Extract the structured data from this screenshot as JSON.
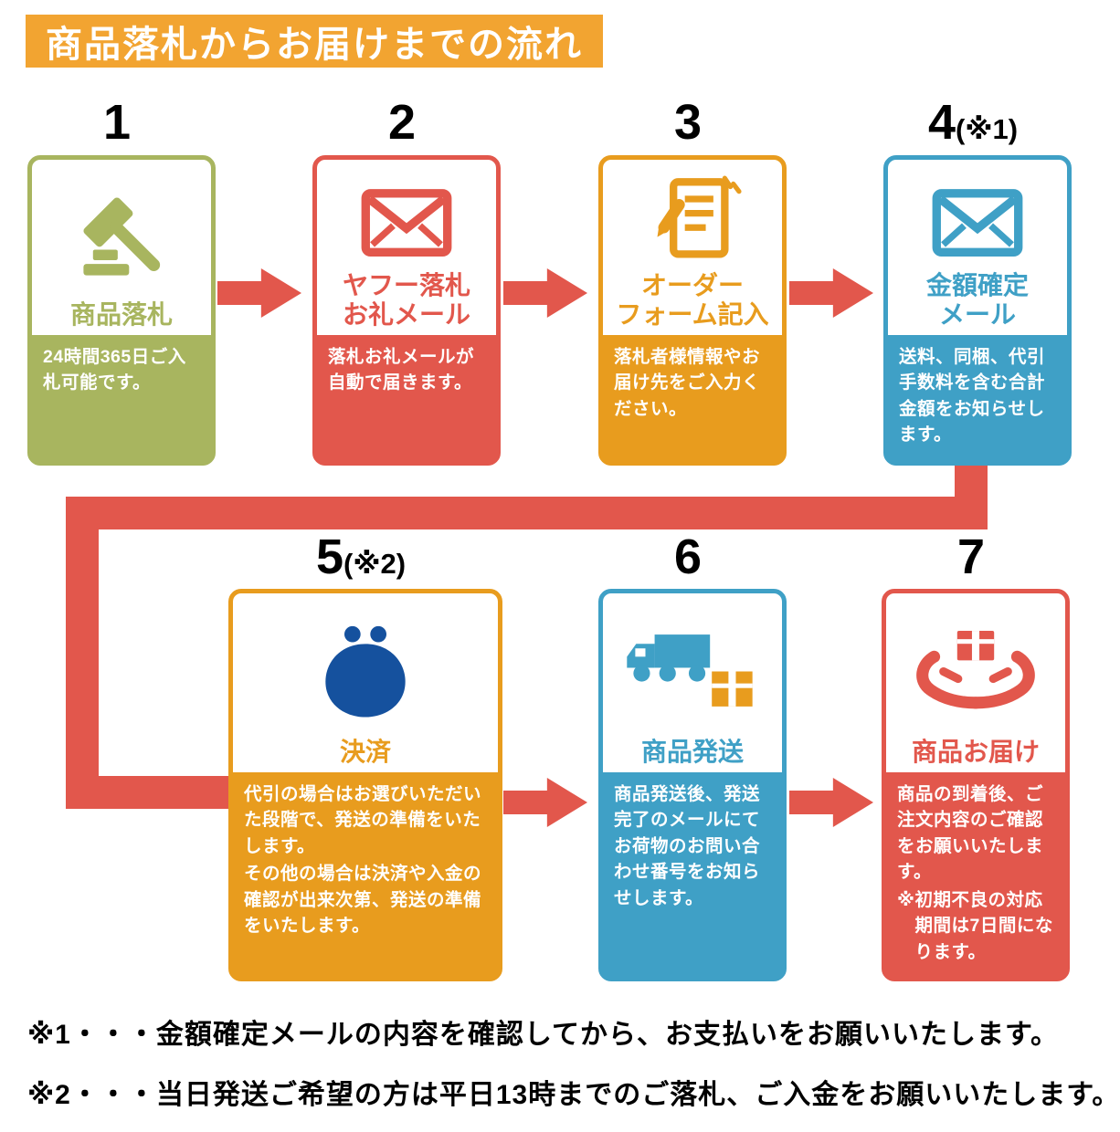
{
  "title": "商品落札からお届けまでの流れ",
  "colors": {
    "banner": "#F2A431",
    "arrow": "#E2574C",
    "step1": "#A8B55F",
    "step2": "#E2574C",
    "step3": "#E89C1E",
    "step4": "#3FA0C6",
    "step5": "#E89C1E",
    "step6": "#3FA0C6",
    "step7": "#E2574C",
    "purse": "#15519E",
    "parcel_box": "#E89C1E",
    "text": "#000000"
  },
  "steps": [
    {
      "number": "1",
      "note_ref": "",
      "label1": "商品落札",
      "label2": "",
      "desc": "24時間365日ご入札可能です。",
      "icon": "gavel-icon"
    },
    {
      "number": "2",
      "note_ref": "",
      "label1": "ヤフー落札",
      "label2": "お礼メール",
      "desc": "落札お礼メールが自動で届きます。",
      "icon": "mail-icon"
    },
    {
      "number": "3",
      "note_ref": "",
      "label1": "オーダー",
      "label2": "フォーム記入",
      "desc": "落札者様情報やお届け先をご入力ください。",
      "icon": "order-form-icon"
    },
    {
      "number": "4",
      "note_ref": "(※1)",
      "label1": "金額確定",
      "label2": "メール",
      "desc": "送料、同梱、代引手数料を含む合計金額をお知らせします。",
      "icon": "mail-icon"
    },
    {
      "number": "5",
      "note_ref": "(※2)",
      "label1": "決済",
      "label2": "",
      "desc": "代引の場合はお選びいただいた段階で、発送の準備をいたします。",
      "desc2": "その他の場合は決済や入金の確認が出来次第、発送の準備をいたします。",
      "icon": "coin-purse-icon"
    },
    {
      "number": "6",
      "note_ref": "",
      "label1": "商品発送",
      "label2": "",
      "desc": "商品発送後、発送完了のメールにてお荷物のお問い合わせ番号をお知らせします。",
      "icon": "truck-icon"
    },
    {
      "number": "7",
      "note_ref": "",
      "label1": "商品お届け",
      "label2": "",
      "desc": "商品の到着後、ご注文内容のご確認をお願いいたします。",
      "desc2": "※初期不良の対応期間は7日間になります。",
      "icon": "delivery-hands-icon"
    }
  ],
  "notes": [
    "※1・・・金額確定メールの内容を確認してから、お支払いをお願いいたします。",
    "※2・・・当日発送ご希望の方は平日13時までのご落札、ご入金をお願いいたします。"
  ]
}
